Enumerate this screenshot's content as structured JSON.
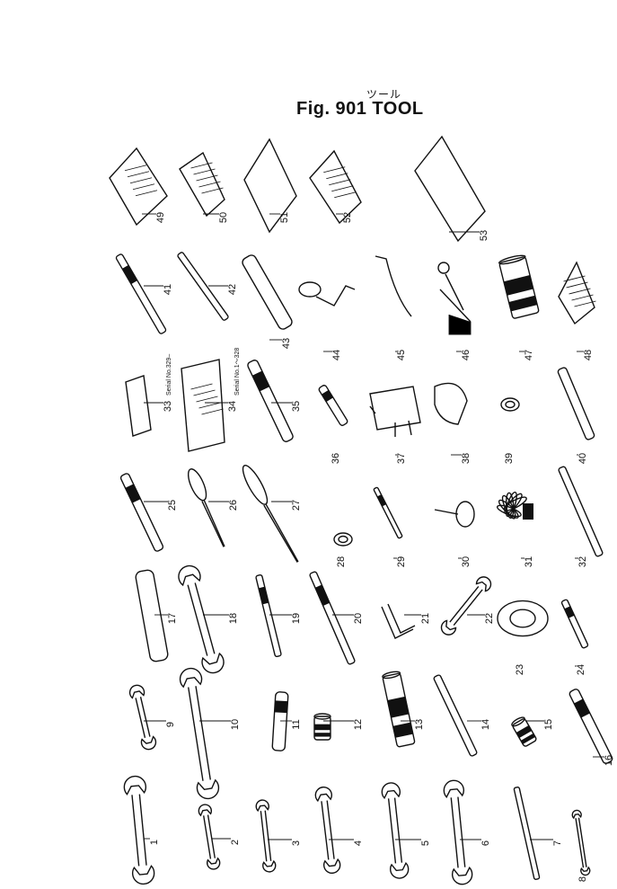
{
  "figure": {
    "title_ja": "ツール",
    "fig_label": "Fig.",
    "fig_number": "901",
    "title": "TOOL"
  },
  "serials": {
    "s33": "Serial No.329–",
    "s34": "Serial No.1～328"
  },
  "parts": [
    "1",
    "2",
    "3",
    "4",
    "5",
    "6",
    "7",
    "8",
    "9",
    "10",
    "11",
    "12",
    "13",
    "14",
    "15",
    "16",
    "17",
    "18",
    "19",
    "20",
    "21",
    "22",
    "23",
    "24",
    "25",
    "26",
    "27",
    "28",
    "29",
    "30",
    "31",
    "32",
    "33",
    "34",
    "35",
    "36",
    "37",
    "38",
    "39",
    "40",
    "41",
    "42",
    "43",
    "44",
    "45",
    "46",
    "47",
    "48",
    "49",
    "50",
    "51",
    "52",
    "53"
  ]
}
